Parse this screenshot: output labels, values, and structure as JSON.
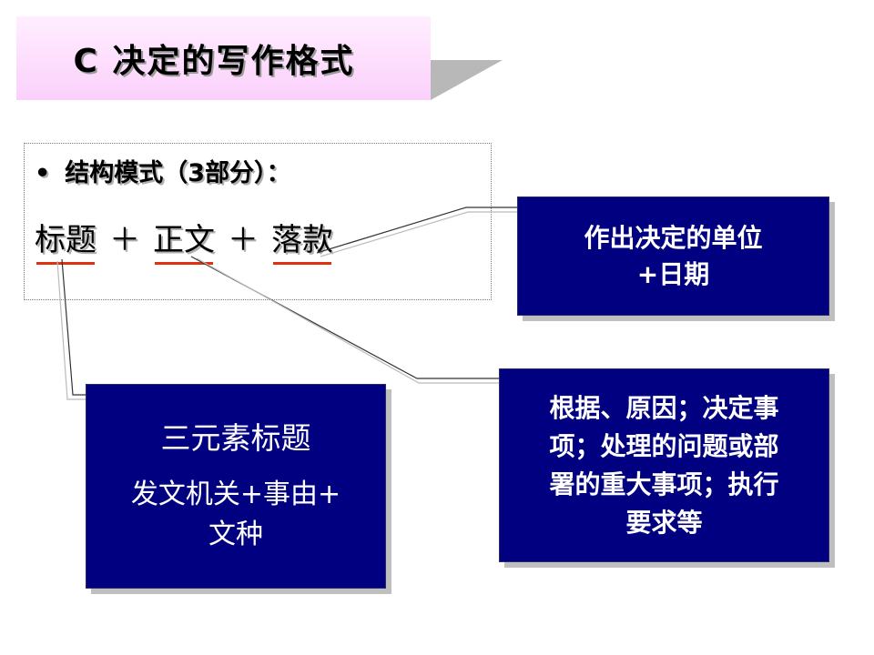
{
  "title": "C 决定的写作格式",
  "structure": {
    "bullet": "•",
    "heading": "结构模式（3部分）：",
    "parts": [
      "标题",
      "正文",
      "落款"
    ],
    "plus": "＋"
  },
  "callouts": {
    "luokuan": [
      "作出决定的单位",
      "+日期"
    ],
    "title_elements": {
      "head": "三元素标题",
      "lines": [
        "发文机关+事由+",
        "文种"
      ]
    },
    "zhengwen": [
      "根据、原因；决定事",
      "项；处理的问题或部",
      "署的重大事项；执行",
      "要求等"
    ]
  },
  "colors": {
    "callout_bg": "#000080",
    "underline": "#e03010",
    "banner_pink": "#fbd0fb"
  }
}
